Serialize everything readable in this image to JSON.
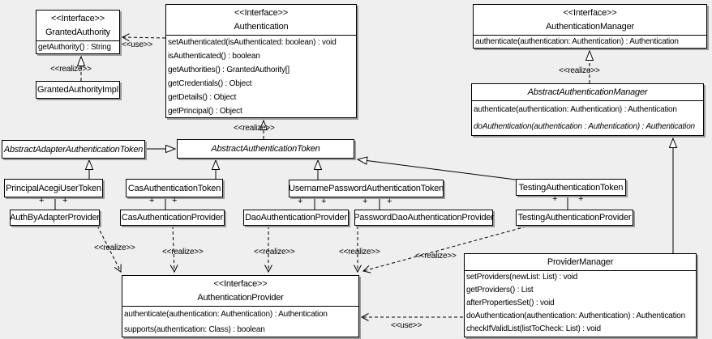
{
  "colors": {
    "background": "#efefef",
    "box_fill": "#ffffff",
    "box_border": "#000000",
    "box_shadow": "#9b9b9b"
  },
  "classes": {
    "granted_authority": {
      "stereotype": "<<Interface>>",
      "name": "GrantedAuthority",
      "methods": [
        "getAuthority() : String"
      ]
    },
    "authentication": {
      "stereotype": "<<Interface>>",
      "name": "Authentication",
      "methods": [
        "setAuthenticated(isAuthenticated: boolean) : void",
        "isAuthenticated() : boolean",
        "getAuthorities() : GrantedAuthority[]",
        "getCredentials() : Object",
        "getDetails() : Object",
        "getPrincipal() : Object"
      ]
    },
    "authentication_manager": {
      "stereotype": "<<Interface>>",
      "name": "AuthenticationManager",
      "methods": [
        "authenticate(authentication: Authentication) : Authentication"
      ]
    },
    "granted_authority_impl": {
      "name": "GrantedAuthorityImpl"
    },
    "abstract_authentication_manager": {
      "name": "AbstractAuthenticationManager",
      "methods": [
        "authenticate(authentication: Authentication) : Authentication",
        "doAuthentication(authentication : Authentication) : Authentication"
      ]
    },
    "abstract_adapter_authentication_token": {
      "name": "AbstractAdapterAuthenticationToken"
    },
    "abstract_authentication_token": {
      "name": "AbstractAuthenticationToken"
    },
    "principal_acegi_user_token": {
      "name": "PrincipalAcegiUserToken"
    },
    "cas_authentication_token": {
      "name": "CasAuthenticationToken"
    },
    "username_password_authentication_token": {
      "name": "UsernamePasswordAuthenticationToken"
    },
    "testing_authentication_token": {
      "name": "TestingAuthenticationToken"
    },
    "auth_by_adapter_provider": {
      "name": "AuthByAdapterProvider"
    },
    "cas_authentication_provider": {
      "name": "CasAuthenticationProvider"
    },
    "dao_authentication_provider": {
      "name": "DaoAuthenticationProvider"
    },
    "password_dao_authentication_provider": {
      "name": "PasswordDaoAuthenticationProvider"
    },
    "testing_authentication_provider": {
      "name": "TestingAuthenticationProvider"
    },
    "authentication_provider": {
      "stereotype": "<<Interface>>",
      "name": "AuthenticationProvider",
      "methods": [
        "authenticate(authentication: Authentication) : Authentication",
        "supports(authentication: Class) : boolean"
      ]
    },
    "provider_manager": {
      "name": "ProviderManager",
      "methods": [
        "setProviders(newList: List) : void",
        "getProviders() : List",
        "afterPropertiesSet() : void",
        "doAuthentication(authentication: Authentication) : Authentication",
        "checkIfValidList(listToCheck: List) : void"
      ]
    }
  },
  "edge_labels": {
    "use": "<<use>>",
    "realize": "<<realize>>",
    "plus": "+"
  }
}
